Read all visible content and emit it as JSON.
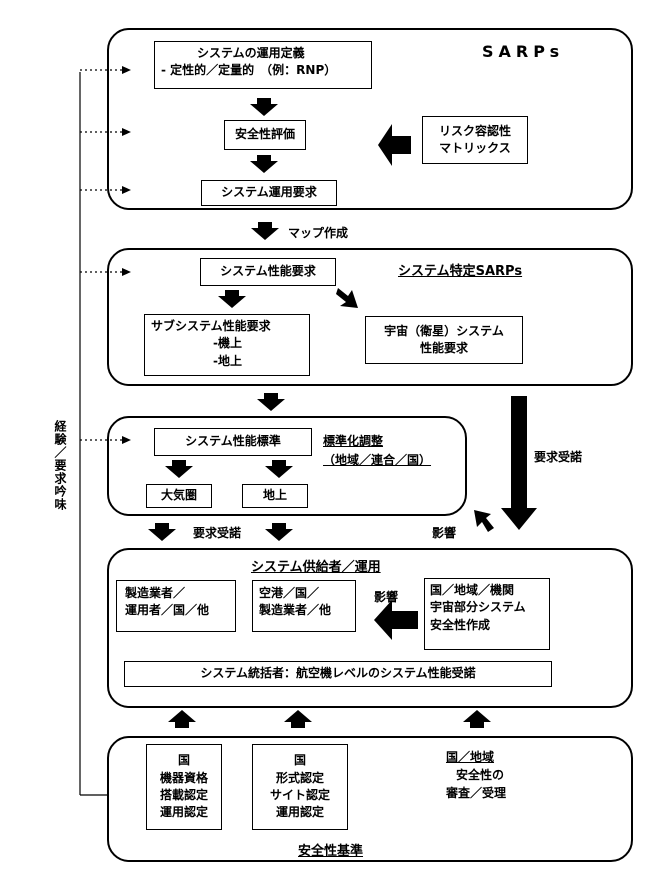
{
  "feedback_label": "経験／要求吟味",
  "section1": {
    "title": "SARPs",
    "op_def_line1": "システムの運用定義",
    "op_def_line2": "- 定性的／定量的　（例：RNP）",
    "safety_eval": "安全性評価",
    "risk_line1": "リスク容認性",
    "risk_line2": "マトリックス",
    "op_req": "システム運用要求"
  },
  "map_label": "マップ作成",
  "section2": {
    "title": "システム特定SARPs",
    "perf_req": "システム性能要求",
    "sub_line1": "サブシステム性能要求",
    "sub_line2": "-機上",
    "sub_line3": "-地上",
    "space_line1": "宇宙（衛星）システム",
    "space_line2": "性能要求"
  },
  "section3": {
    "std": "システム性能標準",
    "harm_line1": "標準化調整",
    "harm_line2": "（地域／連合／国）",
    "atmos": "大気圏",
    "ground": "地上"
  },
  "req_accept_right": "要求受諾",
  "req_accept_mid": "要求受諾",
  "influence_top": "影響",
  "section4": {
    "title": "システム供給者／運用",
    "mfr_line1": "製造業者／",
    "mfr_line2": "運用者／国／他",
    "airport_line1": "空港／国／",
    "airport_line2": "製造業者／他",
    "influence": "影響",
    "state_line1": "国／地域／機関",
    "state_line2": "宇宙部分システム",
    "state_line3": "安全性作成",
    "integrator": "システム統括者：航空機レベルのシステム性能受諾"
  },
  "section5": {
    "title": "安全性基準",
    "b1_line1": "国",
    "b1_line2": "機器資格",
    "b1_line3": "搭載認定",
    "b1_line4": "運用認定",
    "b2_line1": "国",
    "b2_line2": "形式認定",
    "b2_line3": "サイト認定",
    "b2_line4": "運用認定",
    "b3_line1": "国／地域",
    "b3_line2": "安全性の",
    "b3_line3": "審査／受理"
  }
}
